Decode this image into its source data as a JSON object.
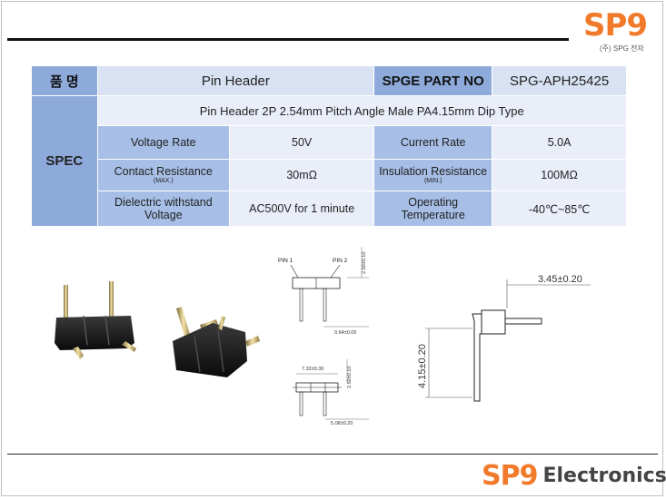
{
  "header": {
    "logo_mark": "SP9",
    "logo_sub": "(주) SPG 전자"
  },
  "table": {
    "name_label": "품  명",
    "name_value": "Pin Header",
    "partno_label": "SPGE PART NO",
    "partno_value": "SPG-APH25425",
    "spec_label": "SPEC",
    "spec_description": "Pin Header 2P 2.54mm Pitch Angle Male PA4.15mm Dip Type",
    "rows": [
      {
        "l1": "Voltage Rate",
        "l1_sub": "",
        "v1": "50V",
        "l2": "Current Rate",
        "l2_sub": "",
        "v2": "5.0A"
      },
      {
        "l1": "Contact Resistance",
        "l1_sub": "(MAX.)",
        "v1": "30mΩ",
        "l2": "Insulation Resistance",
        "l2_sub": "(MIN.)",
        "v2": "100MΩ"
      },
      {
        "l1": "Dielectric withstand Voltage",
        "l1_sub": "",
        "v1": "AC500V for 1 minute",
        "l2": "Operating Temperature",
        "l2_sub": "",
        "v2": "-40℃~85℃"
      }
    ]
  },
  "drawings": {
    "pin1": "PIN 1",
    "pin2": "PIN 2",
    "dim_a_height": "2.50±0.10",
    "dim_a_width": "0.64±0.05",
    "dim_b_top": "7.32±0.30",
    "dim_b_right": "2.50±0.10",
    "dim_b_bottom": "5.08±0.20",
    "dim_c_length": "3.45±0.20",
    "dim_c_height": "4.15±0.20"
  },
  "footer": {
    "logo_mark": "SP9",
    "logo_word": "Electronics"
  },
  "colors": {
    "brand_orange": "#f07a2a",
    "header_blue": "#8eaadb",
    "label_blue": "#a7bee6",
    "value_bg": "#e9eef8"
  }
}
